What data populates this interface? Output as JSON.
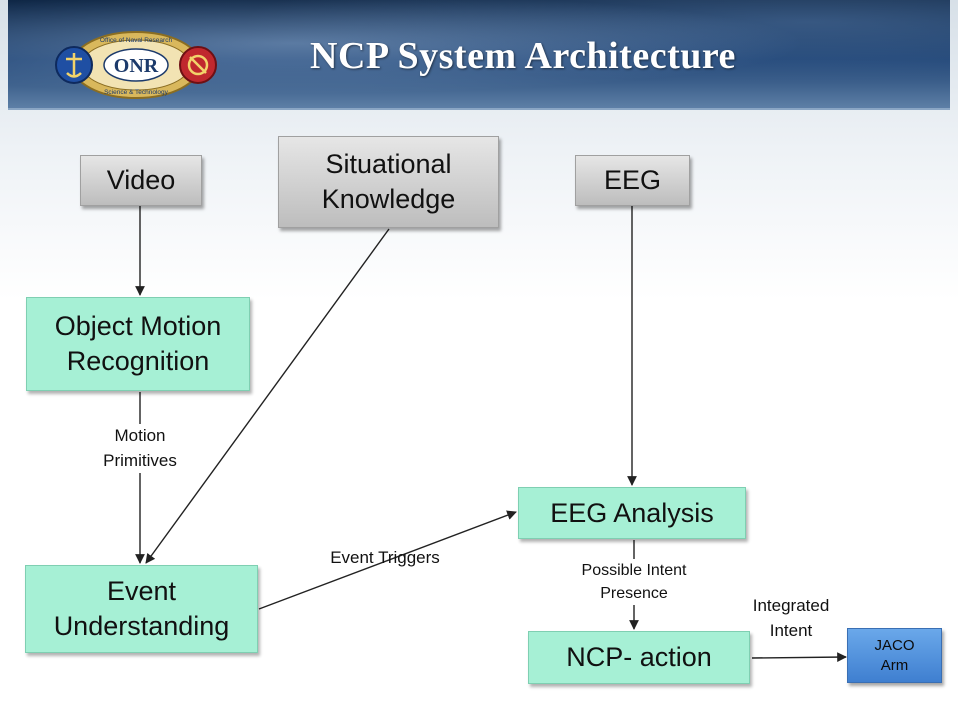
{
  "title": "NCP System Architecture",
  "logo": {
    "center_text": "ONR",
    "ring_top_text": "Office of Naval Research",
    "ring_bottom_text": "Science & Technology"
  },
  "nodes": {
    "video": "Video",
    "situational_knowledge_line1": "Situational",
    "situational_knowledge_line2": "Knowledge",
    "eeg": "EEG",
    "object_motion_line1": "Object Motion",
    "object_motion_line2": "Recognition",
    "event_understanding_line1": "Event",
    "event_understanding_line2": "Understanding",
    "eeg_analysis": "EEG Analysis",
    "ncp_action": "NCP- action",
    "jaco_line1": "JACO",
    "jaco_line2": "Arm"
  },
  "edge_labels": {
    "motion_primitives_line1": "Motion",
    "motion_primitives_line2": "Primitives",
    "event_triggers": "Event Triggers",
    "possible_intent_line1": "Possible Intent",
    "possible_intent_line2": "Presence",
    "integrated_intent_line1": "Integrated",
    "integrated_intent_line2": "Intent"
  },
  "colors": {
    "input_box": "#c9c9c9",
    "process_box": "#a6f0d5",
    "output_box": "#4f8fdc",
    "banner": "#1e4272",
    "arrow": "#222222"
  }
}
